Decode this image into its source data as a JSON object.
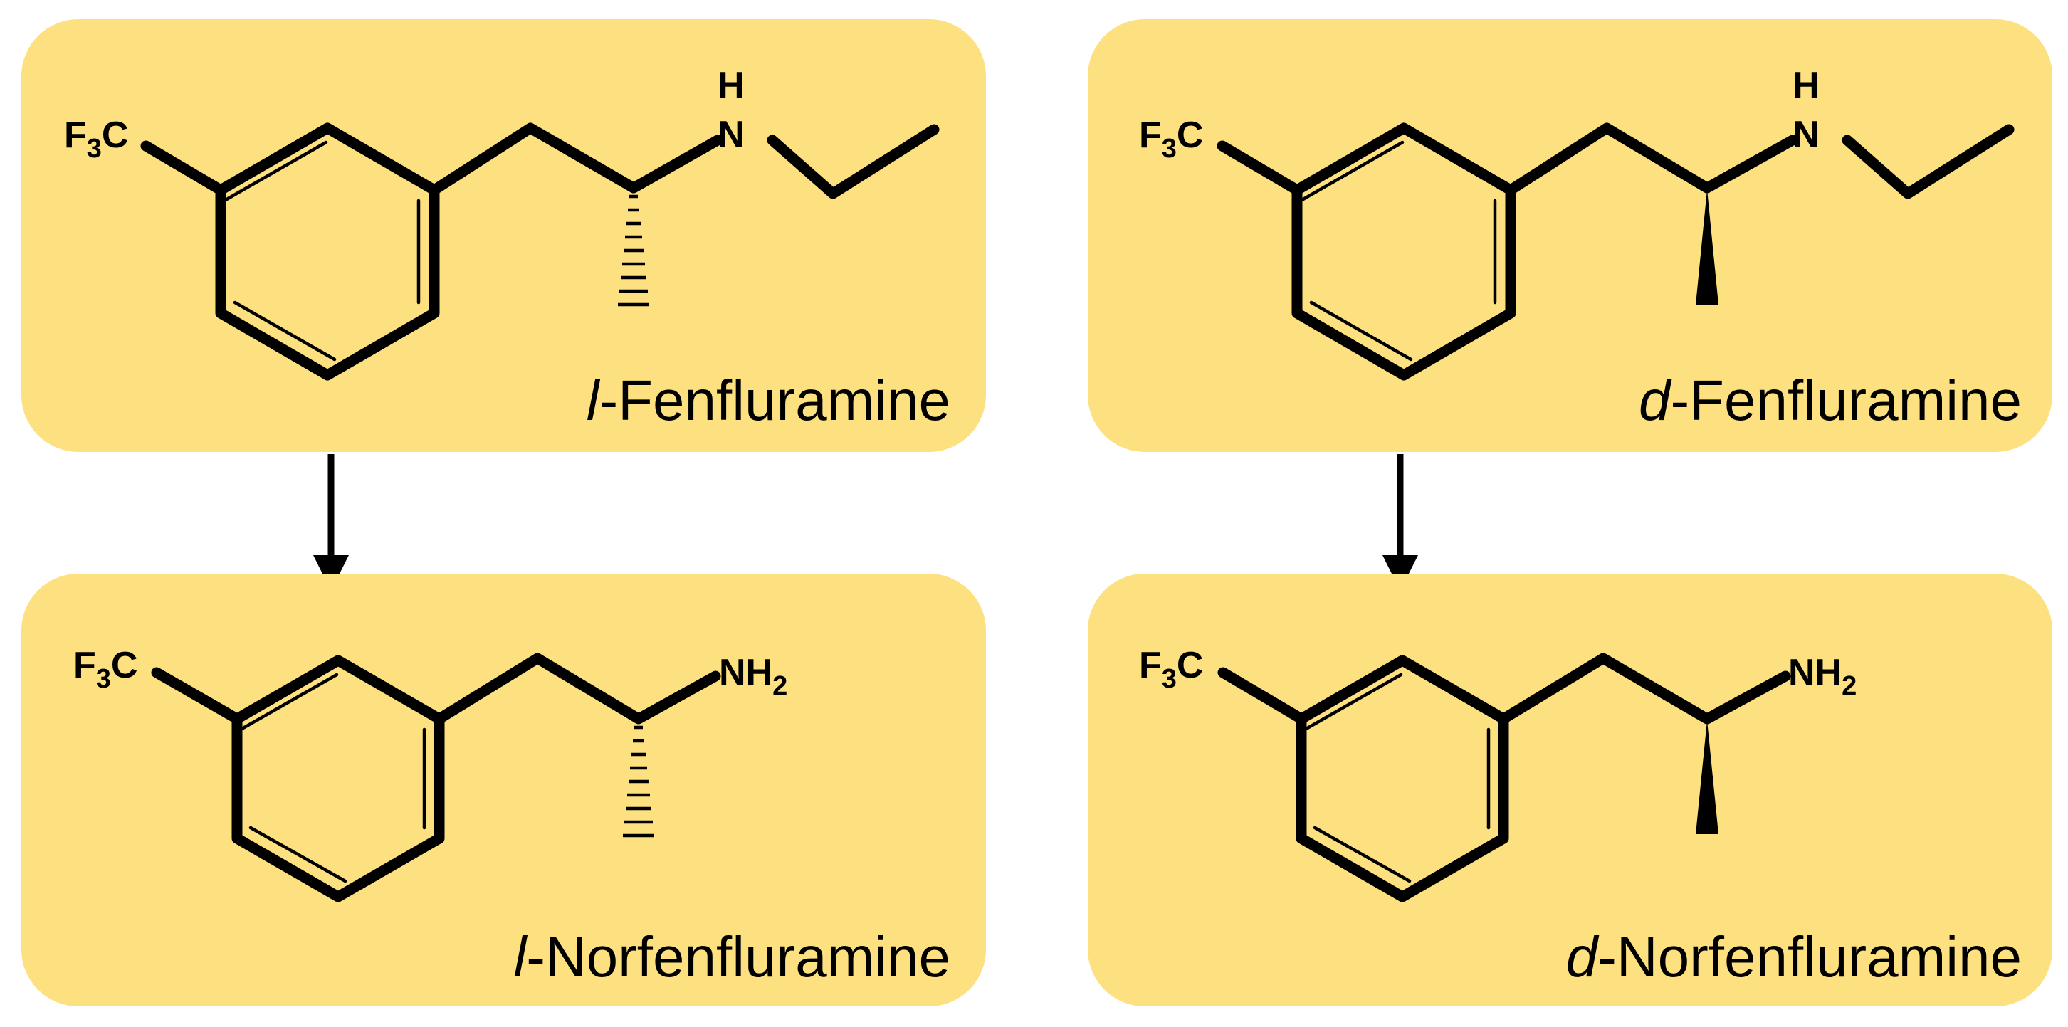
{
  "panels": [
    {
      "id": "l-fenfluramine",
      "prefix": "l",
      "name": "-Fenfluramine",
      "substituent": {
        "main": "F",
        "sub": "3",
        "tail": "C"
      },
      "amine": {
        "top": "H",
        "main": "N"
      },
      "stereo": "hashed"
    },
    {
      "id": "d-fenfluramine",
      "prefix": "d",
      "name": "-Fenfluramine",
      "substituent": {
        "main": "F",
        "sub": "3",
        "tail": "C"
      },
      "amine": {
        "top": "H",
        "main": "N"
      },
      "stereo": "wedge"
    },
    {
      "id": "l-norfenfluramine",
      "prefix": "l",
      "name": "-Norfenfluramine",
      "substituent": {
        "main": "F",
        "sub": "3",
        "tail": "C"
      },
      "amine": {
        "main": "NH",
        "sub": "2"
      },
      "stereo": "hashed"
    },
    {
      "id": "d-norfenfluramine",
      "prefix": "d",
      "name": "-Norfenfluramine",
      "substituent": {
        "main": "F",
        "sub": "3",
        "tail": "C"
      },
      "amine": {
        "main": "NH",
        "sub": "2"
      },
      "stereo": "wedge"
    }
  ],
  "colors": {
    "card": "#fde07f",
    "ink": "#000000",
    "background": "#ffffff"
  }
}
